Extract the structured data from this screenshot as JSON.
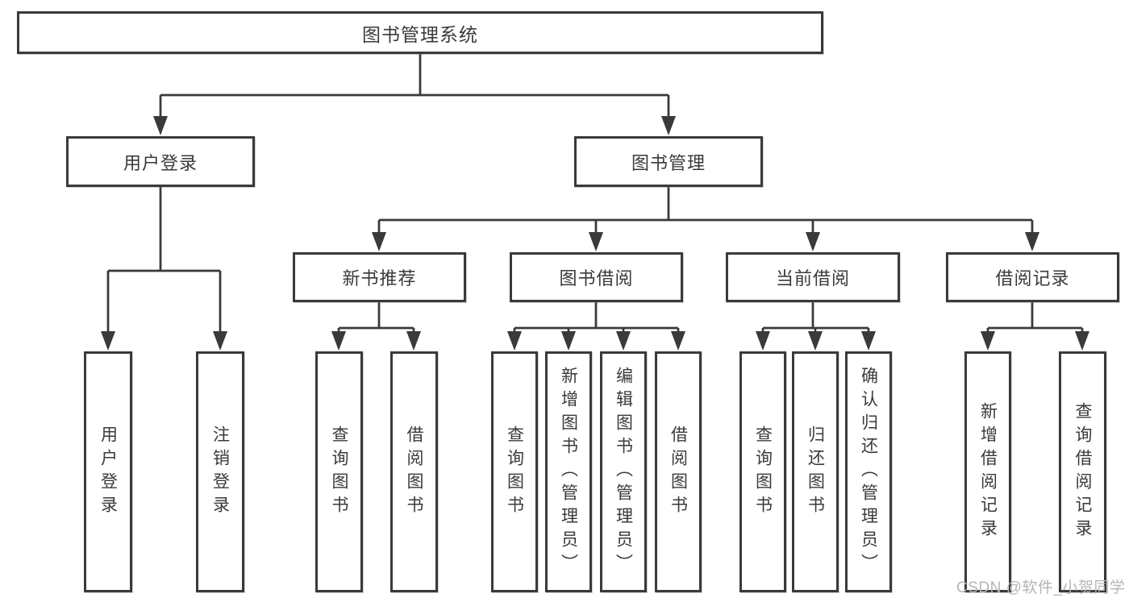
{
  "diagram_type": "hierarchy-tree",
  "nodes": {
    "root": {
      "label": "图书管理系统"
    },
    "l2": [
      {
        "label": "用户登录"
      },
      {
        "label": "图书管理"
      }
    ],
    "l3": [
      {
        "label": "新书推荐"
      },
      {
        "label": "图书借阅"
      },
      {
        "label": "当前借阅"
      },
      {
        "label": "借阅记录"
      }
    ],
    "leaves_user": [
      {
        "label": "用户登录"
      },
      {
        "label": "注销登录"
      }
    ],
    "leaves_newbook": [
      {
        "label": "查询图书"
      },
      {
        "label": "借阅图书"
      }
    ],
    "leaves_borrow": [
      {
        "label": "查询图书"
      },
      {
        "label": "新增图书（管理员）"
      },
      {
        "label": "编辑图书（管理员）"
      },
      {
        "label": "借阅图书"
      }
    ],
    "leaves_current": [
      {
        "label": "查询图书"
      },
      {
        "label": "归还图书"
      },
      {
        "label": "确认归还（管理员）"
      }
    ],
    "leaves_record": [
      {
        "label": "新增借阅记录"
      },
      {
        "label": "查询借阅记录"
      }
    ]
  },
  "hierarchy": {
    "图书管理系统": {
      "用户登录": [
        "用户登录",
        "注销登录"
      ],
      "图书管理": {
        "新书推荐": [
          "查询图书",
          "借阅图书"
        ],
        "图书借阅": [
          "查询图书",
          "新增图书（管理员）",
          "编辑图书（管理员）",
          "借阅图书"
        ],
        "当前借阅": [
          "查询图书",
          "归还图书",
          "确认归还（管理员）"
        ],
        "借阅记录": [
          "新增借阅记录",
          "查询借阅记录"
        ]
      }
    }
  },
  "watermark": {
    "text": "CSDN @软件_小贺同学"
  },
  "colors": {
    "line": "#3a3a3a",
    "box_border": "#3a3a3a",
    "text": "#3a3a3a",
    "watermark": "#b5b5b5",
    "background": "#ffffff"
  }
}
